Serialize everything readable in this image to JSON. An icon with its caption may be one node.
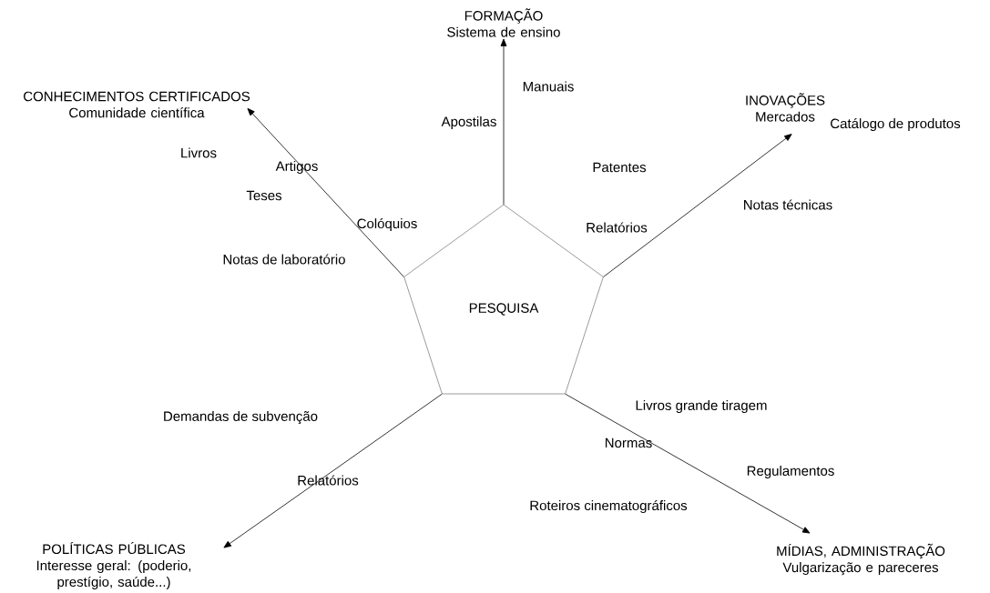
{
  "diagram": {
    "nodes": [
      {
        "text": [
          "PESQUISA"
        ]
      },
      {
        "text": [
          "CONHECIMENTOS CERTIFICADOS",
          "Comunidade científica"
        ]
      },
      {
        "text": [
          "FORMAÇÃO",
          "Sistema de ensino"
        ]
      },
      {
        "text": [
          "INOVAÇÕES",
          "Mercados"
        ]
      },
      {
        "text": [
          "POLÍTICAS PÚBLICAS",
          "Interesse geral: (poderio, prestígio, saúde...)"
        ]
      },
      {
        "text": [
          "MÍDIAS, ADMINISTRAÇÃO",
          "Vulgarização e pareceres"
        ]
      }
    ],
    "edges": [
      {
        "from": 0,
        "to": 1,
        "arrow": "to"
      },
      {
        "from": 0,
        "to": 2,
        "arrow": "to"
      },
      {
        "from": 0,
        "to": 3,
        "arrow": "to"
      },
      {
        "from": 0,
        "to": 4,
        "arrow": "to"
      },
      {
        "from": 0,
        "to": 5,
        "arrow": "to"
      }
    ],
    "labels": [
      "Manuais",
      "Apostilas",
      "Catálogo de produtos",
      "Livros",
      "Artigos",
      "Patentes",
      "Teses",
      "Notas técnicas",
      "Colóquios",
      "Relatórios",
      "Notas de laboratório",
      "Livros grande tiragem",
      "Demandas de subvenção",
      "Normas",
      "Regulamentos",
      "Relatórios",
      "Roteiros cinematográficos"
    ]
  }
}
